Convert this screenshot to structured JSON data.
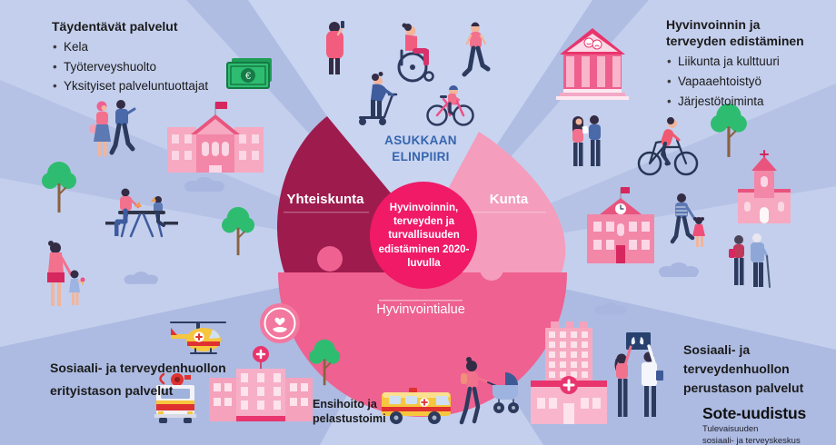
{
  "top_left": {
    "title": "Täydentävät palvelut",
    "items": [
      "Kela",
      "Työterveyshuolto",
      "Yksityiset palveluntuottajat"
    ]
  },
  "top_right": {
    "title": "Hyvinvoinnin ja terveyden edistäminen",
    "items": [
      "Liikunta ja kulttuuri",
      "Vapaaehtoistyö",
      "Järjestötoiminta"
    ]
  },
  "bottom_left": {
    "label": "Sosiaali- ja terveydenhuollon erityistason palvelut"
  },
  "bottom_right": {
    "label": "Sosiaali- ja terveydenhuollon perustason palvelut"
  },
  "bottom_center": {
    "label": "Ensihoito ja pelastustoimi"
  },
  "diagram": {
    "top_label": "ASUKKAAN ELINPIIRI",
    "center_text": "Hyvinvoinnin, terveyden ja turvallisuuden edistäminen 2020-luvulla",
    "segment_society": "Yhteiskunta",
    "segment_municipality": "Kunta",
    "segment_wellbeing": "Hyvinvointialue"
  },
  "logo": {
    "title": "Sote-uudistus",
    "subtitle1": "Tulevaisuuden",
    "subtitle2": "sosiaali- ja terveyskeskus"
  },
  "icons": {
    "money_symbol": "€"
  },
  "colors": {
    "background": "#c4cfed",
    "background_shade": "#a8b5de",
    "center_circle": "#f01a67",
    "segment_society": "#9e1b4e",
    "segment_municipality": "#f49dbc",
    "segment_wellbeing": "#ee6190",
    "accent_blue": "#3565ae",
    "accent_crimson": "#d6275f",
    "building_pink": "#f5a2bd",
    "green": "#2ebd70",
    "vehicle_yellow": "#f7c63f",
    "vehicle_red": "#e03131"
  }
}
